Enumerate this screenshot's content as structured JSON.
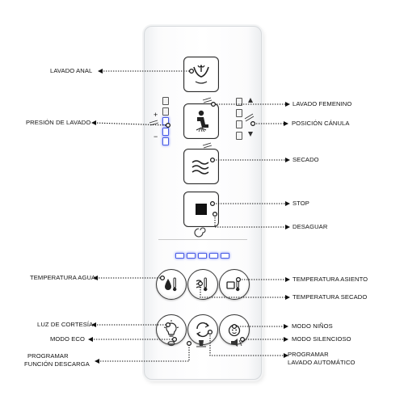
{
  "labels": {
    "lavado_anal": "LAVADO ANAL",
    "presion_lavado": "PRESIÓN DE LAVADO",
    "lavado_femenino": "LAVADO FEMENINO",
    "posicion_canula": "POSICIÓN CÁNULA",
    "secado": "SECADO",
    "stop": "STOP",
    "desaguar": "DESAGUAR",
    "temperatura_agua": "TEMPERATURA AGUA",
    "temperatura_asiento": "TEMPERATURA ASIENTO",
    "temperatura_secado": "TEMPERATURA SECADO",
    "luz_cortesia": "LUZ DE CORTESÍA",
    "modo_ninos": "MODO NIÑOS",
    "modo_eco": "MODO ECO",
    "modo_silencioso": "MODO SILENCIOSO",
    "programar_descarga_1": "PROGRAMAR",
    "programar_descarga_2": "FUNCIÓN DESCARGA",
    "programar_lavado_1": "PROGRAMAR",
    "programar_lavado_2": "LAVADO AUTOMÁTICO"
  },
  "panel": {
    "pressure_signs": {
      "plus": "+",
      "minus": "−"
    },
    "pressure_levels_lit": 3,
    "pressure_levels_total": 5,
    "position_levels_lit": 0,
    "position_levels_total": 4,
    "temperature_leds_lit": 5
  },
  "colors": {
    "led_blue": "#4a5de6",
    "button_outline": "#2a2a2a",
    "leader_line": "#111111"
  }
}
